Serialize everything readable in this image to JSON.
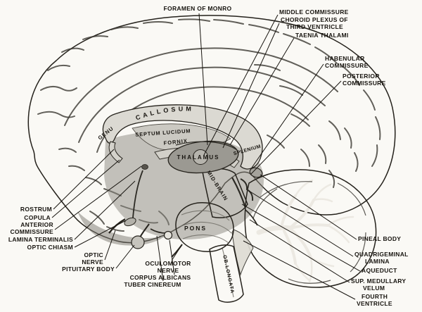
{
  "palette": {
    "paper": "#faf9f5",
    "ink": "#17140f",
    "cerebrum": "#c3c1ba",
    "cerebellum": "#5f5d58",
    "corpus_callosum": "#dbd9d2"
  },
  "external_labels": {
    "foramen_of_monro": {
      "lines": [
        "FORAMEN OF MONRO"
      ]
    },
    "middle_commissure": {
      "lines": [
        "MIDDLE COMMISSURE"
      ]
    },
    "choroid_plexus": {
      "lines": [
        "CHOROID PLEXUS OF",
        "THIRD VENTRICLE"
      ]
    },
    "taenia_thalami": {
      "lines": [
        "TAENIA THALAMI"
      ]
    },
    "habenular_commissure": {
      "lines": [
        "HABENULAR",
        "COMMISSURE"
      ]
    },
    "posterior_commissure": {
      "lines": [
        "POSTERIOR",
        "COMMISSURE"
      ]
    },
    "rostrum": {
      "lines": [
        "ROSTRUM"
      ]
    },
    "copula": {
      "lines": [
        "COPULA"
      ]
    },
    "anterior_commissure": {
      "lines": [
        "ANTERIOR",
        "COMMISSURE"
      ]
    },
    "lamina_terminalis": {
      "lines": [
        "LAMINA TERMINALIS"
      ]
    },
    "optic_chiasm": {
      "lines": [
        "OPTIC CHIASM"
      ]
    },
    "optic_nerve": {
      "lines": [
        "OPTIC",
        "NERVE"
      ]
    },
    "pituitary_body": {
      "lines": [
        "PITUITARY BODY"
      ]
    },
    "oculomotor_nerve": {
      "lines": [
        "OCULOMOTOR",
        "NERVE"
      ]
    },
    "corpus_albicans": {
      "lines": [
        "CORPUS ALBICANS"
      ]
    },
    "tuber_cinereum": {
      "lines": [
        "TUBER CINEREUM"
      ]
    },
    "pineal_body": {
      "lines": [
        "PINEAL BODY"
      ]
    },
    "quadrigeminal_lamina": {
      "lines": [
        "QUADRIGEMINAL",
        "LAMINA"
      ]
    },
    "aqueduct": {
      "lines": [
        "AQUEDUCT"
      ]
    },
    "sup_medullary_velum": {
      "lines": [
        "SUP. MEDULLARY",
        "VELUM"
      ]
    },
    "fourth_ventricle": {
      "lines": [
        "FOURTH",
        "VENTRICLE"
      ]
    }
  },
  "structure_labels": {
    "callosum": "CALLOSUM",
    "genu": "GENU",
    "septum_lucidum": "SEPTUM LUCIDUM",
    "fornix": "FORNIX",
    "thalamus": "THALAMUS",
    "splenium": "SPLENIUM",
    "mid_brain": "MID-BRAIN",
    "pons": "PONS",
    "oblongata": "OB.LONGATA"
  }
}
